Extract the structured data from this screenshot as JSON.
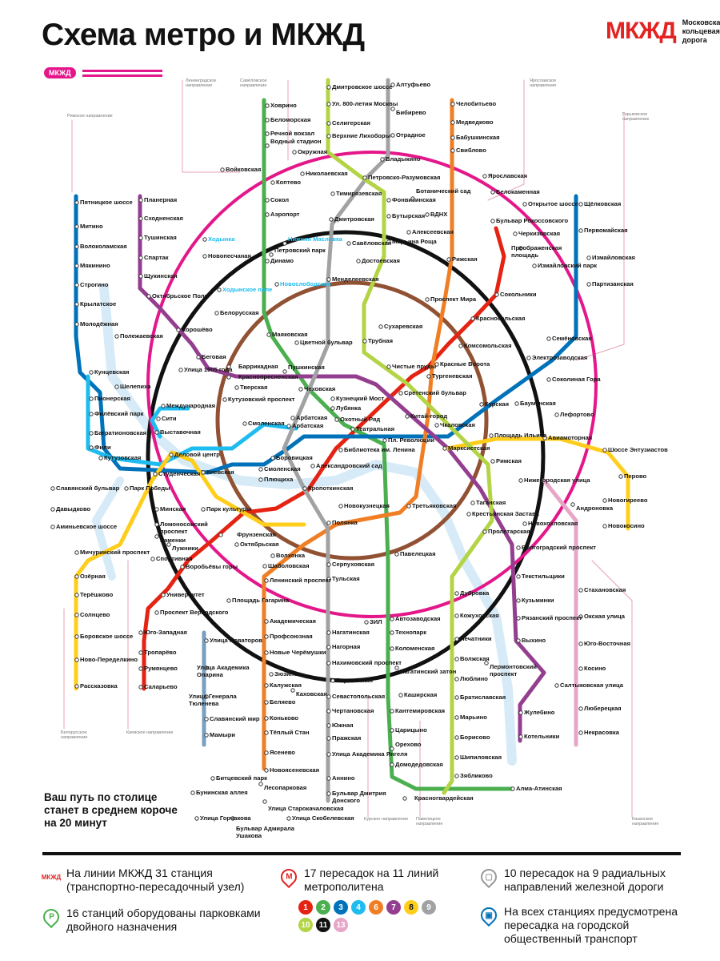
{
  "header": {
    "title": "Схема метро и МКЖД",
    "logo_text": "МКЖД",
    "logo_subtitle": "Московская кольцевая железная дорога",
    "mkjd_badge": "МКЖД"
  },
  "colors": {
    "l1": "#e42313",
    "l2": "#4baf4f",
    "l3": "#0072ba",
    "l4": "#1ebcef",
    "l5": "#915133",
    "l6": "#f07e24",
    "l7": "#943e90",
    "l8": "#ffcd1c",
    "l9": "#a1a2a3",
    "l10": "#b3d445",
    "l11": "#111111",
    "l12": "#79a0c0",
    "l13": "#e7a6c8",
    "mcc": "#e4178a",
    "river": "#d6ebf7",
    "accent": "#e32322"
  },
  "map": {
    "stations": [
      "Дмитровское шоссе",
      "Ул. 800-летия Москвы",
      "Селигерская",
      "Верхние Лихоборы",
      "Окружная",
      "Петровско-Разумовская",
      "Фонвизинская",
      "Бутырская",
      "Марьина Роща",
      "Достоевская",
      "Трубная",
      "Сретенский бульвар",
      "Чкаловская",
      "Римская",
      "Крестьянская Застава",
      "Дубровка",
      "Кожуховская",
      "Печатники",
      "Волжская",
      "Люблино",
      "Братиславская",
      "Марьино",
      "Борисово",
      "Шипиловская",
      "Зябликово",
      "Алтуфьево",
      "Бибирево",
      "Отрадное",
      "Владыкино",
      "Тимирязевская",
      "Дмитровская",
      "Савёловская",
      "Менделеевская",
      "Цветной бульвар",
      "Чеховская",
      "Боровицкая",
      "Полянка",
      "Серпуховская",
      "Тульская",
      "Нагатинская",
      "Нагорная",
      "Нахимовский проспект",
      "Севастопольская",
      "Чертановская",
      "Южная",
      "Пражская",
      "Улица Академика Янгеля",
      "Аннино",
      "Бульвар Дмитрия Донского",
      "Ховрино",
      "Беломорская",
      "Речной вокзал",
      "Водный стадион",
      "Войковская",
      "Коптево",
      "Сокол",
      "Аэропорт",
      "Динамо",
      "Белорусская",
      "Маяковская",
      "Тверская",
      "Театральная",
      "Новокузнецкая",
      "Павелецкая",
      "Автозаводская",
      "Технопарк",
      "Коломенская",
      "Каширская",
      "Кантемировская",
      "Царицыно",
      "Орехово",
      "Домодедовская",
      "Красногвардейская",
      "Алма-Атинская",
      "Челобитьево",
      "Медведково",
      "Бабушкинская",
      "Свиблово",
      "Ботанический сад",
      "ВДНХ",
      "Алексеевская",
      "Рижская",
      "Проспект Мира",
      "Сухаревская",
      "Тургеневская",
      "Китай-город",
      "Третьяковская",
      "Октябрьская",
      "Шаболовская",
      "Ленинский проспект",
      "Академическая",
      "Профсоюзная",
      "Новые Черёмушки",
      "Калужская",
      "Беляево",
      "Коньково",
      "Тёплый Стан",
      "Ясенево",
      "Новоясеневская",
      "Планерная",
      "Сходненская",
      "Тушинская",
      "Спартак",
      "Щукинская",
      "Октябрьское Поле",
      "Полежаевская",
      "Беговая",
      "Улица 1905 года",
      "Баррикадная",
      "Краснопресненская",
      "Пушкинская",
      "Кузнецкий Мост",
      "Таганская",
      "Пролетарская",
      "Волгоградский проспект",
      "Текстильщики",
      "Кузьминки",
      "Рязанский проспект",
      "Выхино",
      "Лермонтовский проспект",
      "Жулебино",
      "Котельники",
      "Пятницкое шоссе",
      "Митино",
      "Волоколамская",
      "Мякинино",
      "Строгино",
      "Крылатское",
      "Молодёжная",
      "Кунцевская",
      "Славянский бульвар",
      "Парк Победы",
      "Киевская",
      "Смоленская",
      "Арбатская",
      "Пл. Революции",
      "Курская",
      "Бауманская",
      "Электрозаводская",
      "Семёновская",
      "Партизанская",
      "Измайловская",
      "Первомайская",
      "Щёлковская",
      "Пионерская",
      "Филёвский парк",
      "Багратионовская",
      "Фили",
      "Кутузовская",
      "Студенческая",
      "Выставочная",
      "Международная",
      "Деловой центр",
      "Минская",
      "Ломоносовский проспект",
      "Раменки",
      "Мичуринский проспект",
      "Озёрная",
      "Терёшково",
      "Солнцево",
      "Боровское шоссе",
      "Ново-Переделкино",
      "Рассказовка",
      "Марксистская",
      "Площадь Ильича",
      "Авиамоторная",
      "Шоссе Энтузиастов",
      "Перово",
      "Новогиреево",
      "Новокосино",
      "Бульвар Рокоссовского",
      "Черкизовская",
      "Преображенская площадь",
      "Сокольники",
      "Красносельская",
      "Комсомольская",
      "Красные Ворота",
      "Чистые пруды",
      "Лубянка",
      "Охотный Ряд",
      "Библиотека им. Ленина",
      "Кропоткинская",
      "Парк культуры",
      "Фрунзенская",
      "Спортивная",
      "Воробьёвы горы",
      "Университет",
      "Проспект Вернадского",
      "Юго-Западная",
      "Тропарёво",
      "Румянцево",
      "Саларьево",
      "Хорошёво",
      "Шелепиха",
      "Петровский парк",
      "Лефортово",
      "Нижегородская улица",
      "Варшавская",
      "Каховская",
      "Зюзино",
      "Лужники",
      "Площадь Гагарина",
      "ЗИЛ",
      "Новохохловская",
      "Андроновка",
      "Соколиная Гора",
      "Измайловский парк",
      "Белокаменная",
      "Открытое шоссе",
      "Ярославская",
      "Николаевская",
      "Нижняя Масловка",
      "Новослободская",
      "Ходынское поле",
      "Ходынка",
      "Новопесчаная",
      "Сити",
      "Давыдково",
      "Аминьевское шоссе",
      "Нагатинский затон",
      "Волхонка",
      "Плющиха",
      "Александровский сад",
      "Кутузовский проспект",
      "Смоленская",
      "Арбатская",
      "Улица Новаторов",
      "Улица Академика Опарина",
      "Улица Генерала Тюленева",
      "Славянский мир",
      "Мамыри",
      "Битцевский парк",
      "Лесопарковая",
      "Улица Старокачаловская",
      "Бунинская аллея",
      "Улица Горчакова",
      "Бульвар Адмирала Ушакова",
      "Улица Скобелевская",
      "Стахановская",
      "Окская улица",
      "Юго-Восточная",
      "Косино",
      "Салтыковская улица",
      "Люберецкая",
      "Некрасовка"
    ],
    "directions": [
      "Ленинградское направление",
      "Савёловское направление",
      "Ярославское направление",
      "Рижское направление",
      "Горьковское направление",
      "Белорусское направление",
      "Киевское направление",
      "Курское направление",
      "Павелецкое направление",
      "Казанское направление"
    ]
  },
  "tagline": "Ваш путь по столице станет в среднем короче на 20 минут",
  "legend": {
    "stations": "На линии МКЖД 31 станция (транспортно-пересадочный узел)",
    "metro": "17 пересадок на 11 линий метрополитена",
    "rail": "10 пересадок на 9 радиальных направлений железной дороги",
    "parking": "16 станций оборудованы парковками двойного назначения",
    "transport": "На всех станциях предусмотрена пересадка на городской общественный транспорт",
    "parking_icon_letter": "P",
    "metro_icon_letter": "М",
    "line_numbers": [
      "1",
      "2",
      "3",
      "4",
      "6",
      "7",
      "8",
      "9",
      "10",
      "11",
      "13"
    ]
  }
}
